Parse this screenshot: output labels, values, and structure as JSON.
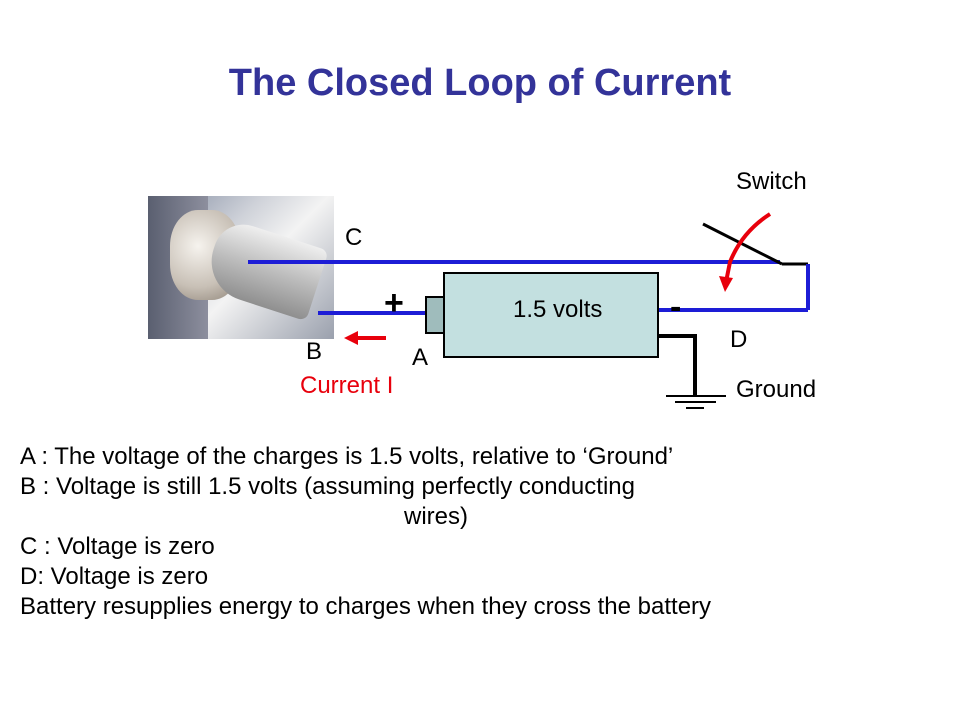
{
  "title": "The Closed Loop of Current",
  "diagram": {
    "switch_label": "Switch",
    "point_c": "C",
    "point_b": "B",
    "point_a": "A",
    "point_d": "D",
    "plus": "+",
    "minus": "-",
    "battery_label": "1.5 volts",
    "current_label": "Current I",
    "ground_label": "Ground",
    "colors": {
      "title": "#333399",
      "wire": "#1d1dd6",
      "arrow": "#e8000c",
      "battery_fill": "#c3e0e0"
    }
  },
  "explanation": [
    "A : The voltage of the charges is 1.5 volts, relative to ‘Ground’",
    "B : Voltage is still 1.5 volts (assuming perfectly conducting",
    "wires)",
    "C : Voltage is zero",
    "D:  Voltage is zero",
    "Battery resupplies energy to charges when they cross the battery"
  ]
}
